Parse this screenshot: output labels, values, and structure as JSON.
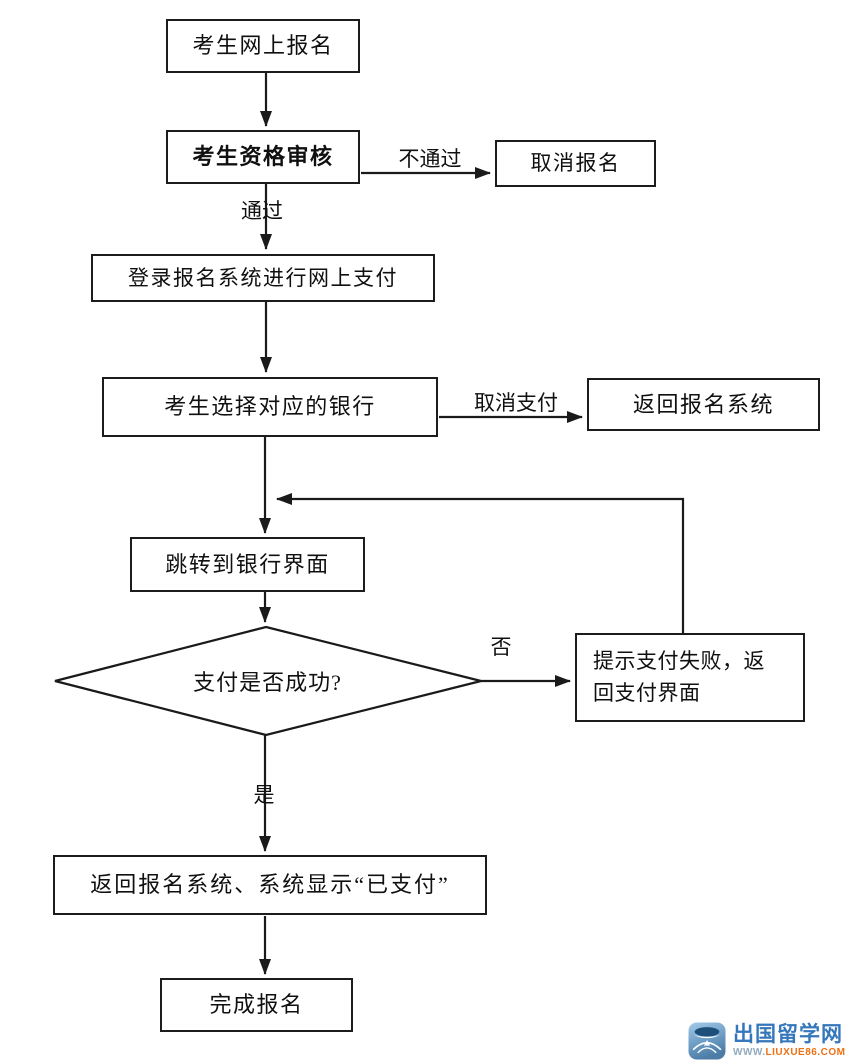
{
  "flowchart": {
    "stroke_color": "#1a1a1a",
    "nodes": {
      "register": {
        "label": "考生网上报名"
      },
      "review": {
        "label": "考生资格审核"
      },
      "cancel_register": {
        "label": "取消报名"
      },
      "login_pay": {
        "label": "登录报名系统进行网上支付"
      },
      "select_bank": {
        "label": "考生选择对应的银行"
      },
      "return_system": {
        "label": "返回报名系统"
      },
      "bank_page": {
        "label": "跳转到银行界面"
      },
      "pay_check": {
        "label": "支付是否成功?"
      },
      "pay_fail": {
        "label": "提示支付失败，返回支付界面"
      },
      "pay_done": {
        "label": "返回报名系统、系统显示“已支付”"
      },
      "complete": {
        "label": "完成报名"
      }
    },
    "edge_labels": {
      "not_pass": "不通过",
      "pass": "通过",
      "cancel_pay": "取消支付",
      "no": "否",
      "yes": "是"
    }
  },
  "watermark": {
    "site_name": "出国留学网",
    "url_prefix": "WWW.",
    "url_main": "LIUXUE86.COM",
    "brand_blue": "#3477bb",
    "brand_orange": "#ee7115"
  }
}
